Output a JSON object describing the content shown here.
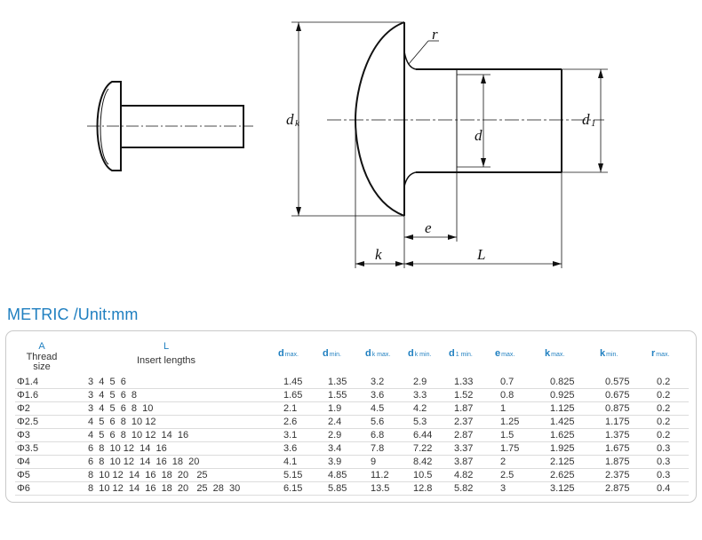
{
  "drawing_labels": {
    "r": "r",
    "dk": "d",
    "dk_sub": "k",
    "d": "d",
    "d1": "d",
    "d1_sub": "1",
    "e": "e",
    "k": "k",
    "L": "L"
  },
  "title": "METRIC /Unit:mm",
  "header": {
    "a_letter": "A",
    "a_sub1": "Thread",
    "a_sub2": "size",
    "l_letter": "L",
    "l_sub": "Insert lengths",
    "cols": [
      {
        "sym": "d",
        "sub": "max."
      },
      {
        "sym": "d",
        "sub": "min."
      },
      {
        "sym": "d",
        "sub": "k max."
      },
      {
        "sym": "d",
        "sub": "k min."
      },
      {
        "sym": "d",
        "sub": "1 min."
      },
      {
        "sym": "e",
        "sub": "max."
      },
      {
        "sym": "k",
        "sub": "max."
      },
      {
        "sym": "k",
        "sub": "min."
      },
      {
        "sym": "r",
        "sub": "max."
      }
    ]
  },
  "rows": [
    {
      "size": "Φ1.4",
      "lengths": "3  4  5  6",
      "vals": [
        "1.45",
        "1.35",
        "3.2",
        "2.9",
        "1.33",
        "0.7",
        "0.825",
        "0.575",
        "0.2"
      ]
    },
    {
      "size": "Φ1.6",
      "lengths": "3  4  5  6  8",
      "vals": [
        "1.65",
        "1.55",
        "3.6",
        "3.3",
        "1.52",
        "0.8",
        "0.925",
        "0.675",
        "0.2"
      ]
    },
    {
      "size": "Φ2",
      "lengths": "3  4  5  6  8  10",
      "vals": [
        "2.1",
        "1.9",
        "4.5",
        "4.2",
        "1.87",
        "1",
        "1.125",
        "0.875",
        "0.2"
      ]
    },
    {
      "size": "Φ2.5",
      "lengths": "4  5  6  8  10 12",
      "vals": [
        "2.6",
        "2.4",
        "5.6",
        "5.3",
        "2.37",
        "1.25",
        "1.425",
        "1.175",
        "0.2"
      ]
    },
    {
      "size": "Φ3",
      "lengths": "4  5  6  8  10 12  14  16",
      "vals": [
        "3.1",
        "2.9",
        "6.8",
        "6.44",
        "2.87",
        "1.5",
        "1.625",
        "1.375",
        "0.2"
      ]
    },
    {
      "size": "Φ3.5",
      "lengths": "6  8  10 12  14  16",
      "vals": [
        "3.6",
        "3.4",
        "7.8",
        "7.22",
        "3.37",
        "1.75",
        "1.925",
        "1.675",
        "0.3"
      ]
    },
    {
      "size": "Φ4",
      "lengths": "6  8  10 12  14  16  18  20",
      "vals": [
        "4.1",
        "3.9",
        "9",
        "8.42",
        "3.87",
        "2",
        "2.125",
        "1.875",
        "0.3"
      ]
    },
    {
      "size": "Φ5",
      "lengths": "8  10 12  14  16  18  20   25",
      "vals": [
        "5.15",
        "4.85",
        "11.2",
        "10.5",
        "4.82",
        "2.5",
        "2.625",
        "2.375",
        "0.3"
      ]
    },
    {
      "size": "Φ6",
      "lengths": "8  10 12  14  16  18  20   25  28  30",
      "vals": [
        "6.15",
        "5.85",
        "13.5",
        "12.8",
        "5.82",
        "3",
        "3.125",
        "2.875",
        "0.4"
      ]
    }
  ]
}
